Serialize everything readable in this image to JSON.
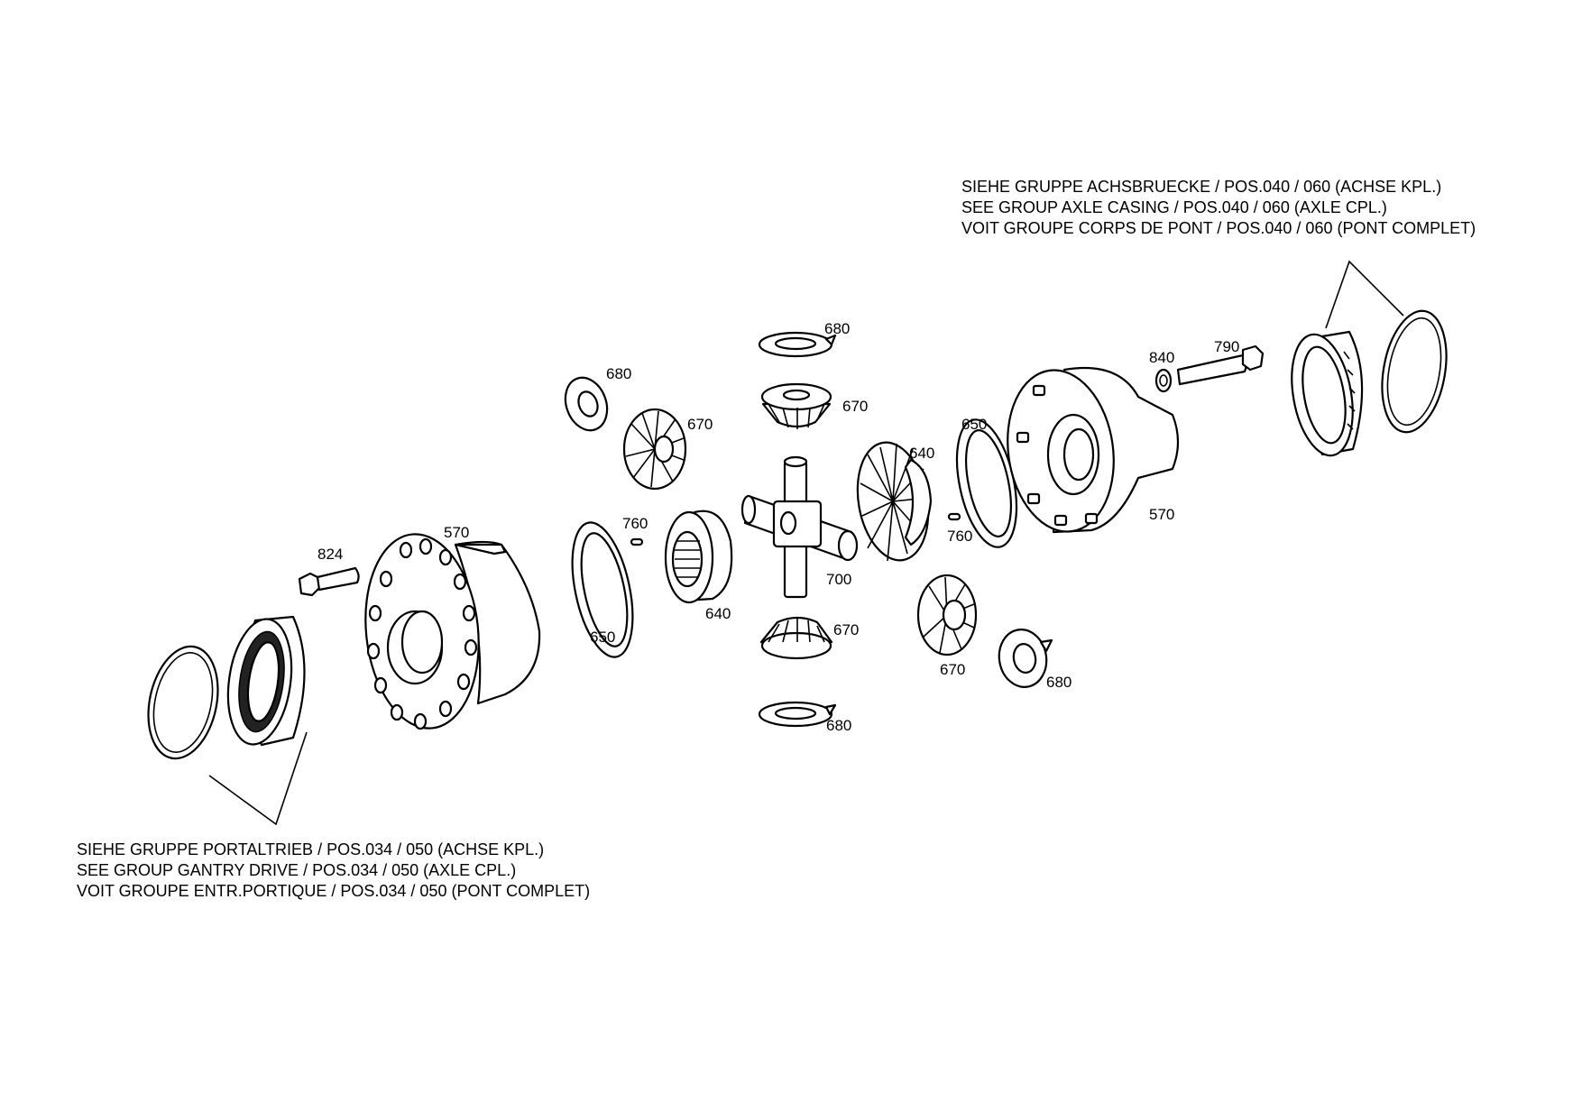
{
  "reference_top": {
    "lines": [
      "SIEHE GRUPPE ACHSBRUECKE / POS.040 / 060 (ACHSE KPL.)",
      "SEE GROUP AXLE CASING / POS.040 / 060 (AXLE CPL.)",
      "VOIT GROUPE CORPS DE PONT / POS.040 / 060 (PONT COMPLET)"
    ]
  },
  "reference_bottom": {
    "lines": [
      "SIEHE GRUPPE PORTALTRIEB  / POS.034 / 050 (ACHSE KPL.)",
      "SEE GROUP GANTRY DRIVE / POS.034 / 050 (AXLE CPL.)",
      "VOIT GROUPE ENTR.PORTIQUE / POS.034 / 050 (PONT COMPLET)"
    ]
  },
  "callouts": {
    "c824": "824",
    "c570_left": "570",
    "c650_left": "650",
    "c760_left": "760",
    "c640_left": "640",
    "c680_upper_left": "680",
    "c670_upper_left": "670",
    "c680_top": "680",
    "c670_top": "670",
    "c700": "700",
    "c670_bottom": "670",
    "c680_bottom": "680",
    "c640_right": "640",
    "c760_right": "760",
    "c650_right": "650",
    "c670_lower_right": "670",
    "c680_lower_right": "680",
    "c570_right": "570",
    "c840": "840",
    "c790": "790"
  }
}
